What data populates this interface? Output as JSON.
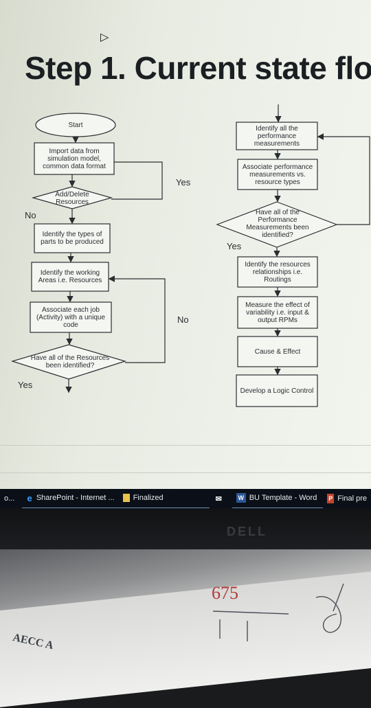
{
  "title": "Step 1. Current state flo",
  "left_flow": {
    "start": "Start",
    "import": "Import data from simulation model, common data format",
    "add_delete": "Add/Delete Resources",
    "identify_parts": "Identify the types of parts to be produced",
    "identify_areas": "Identify the working Areas i.e. Resources",
    "associate_job": "Associate each job (Activity) with a unique code",
    "decision_resources": "Have all of the Resources been identified?"
  },
  "right_flow": {
    "identify_measurements": "Identify all the performance measurements",
    "associate_perf": "Associate performance measurements vs. resource types",
    "decision_perf": "Have all of the Performance Measurements been identified?",
    "identify_relationships": "Identify the resources relationships i.e. Routings",
    "measure_variability": "Measure the effect of variability i.e. input & output RPMs",
    "cause_effect": "Cause & Effect",
    "logic_control": "Develop a Logic Control"
  },
  "labels": {
    "yes_add": "Yes",
    "no_add": "No",
    "no_resources": "No",
    "yes_resources": "Yes",
    "yes_perf": "Yes"
  },
  "taskbar": {
    "items": [
      {
        "label": "o...",
        "icon": "none"
      },
      {
        "label": "SharePoint - Internet ...",
        "icon": "ie-icon"
      },
      {
        "label": "Finalized",
        "icon": "folder-icon"
      },
      {
        "label": "",
        "icon": "mail-icon"
      },
      {
        "label": "BU Template - Word",
        "icon": "word-icon"
      },
      {
        "label": "Final pre",
        "icon": "powerpoint-icon"
      }
    ]
  },
  "monitor_brand": "DELL",
  "handwriting": "675",
  "paper_text": "AECC A"
}
